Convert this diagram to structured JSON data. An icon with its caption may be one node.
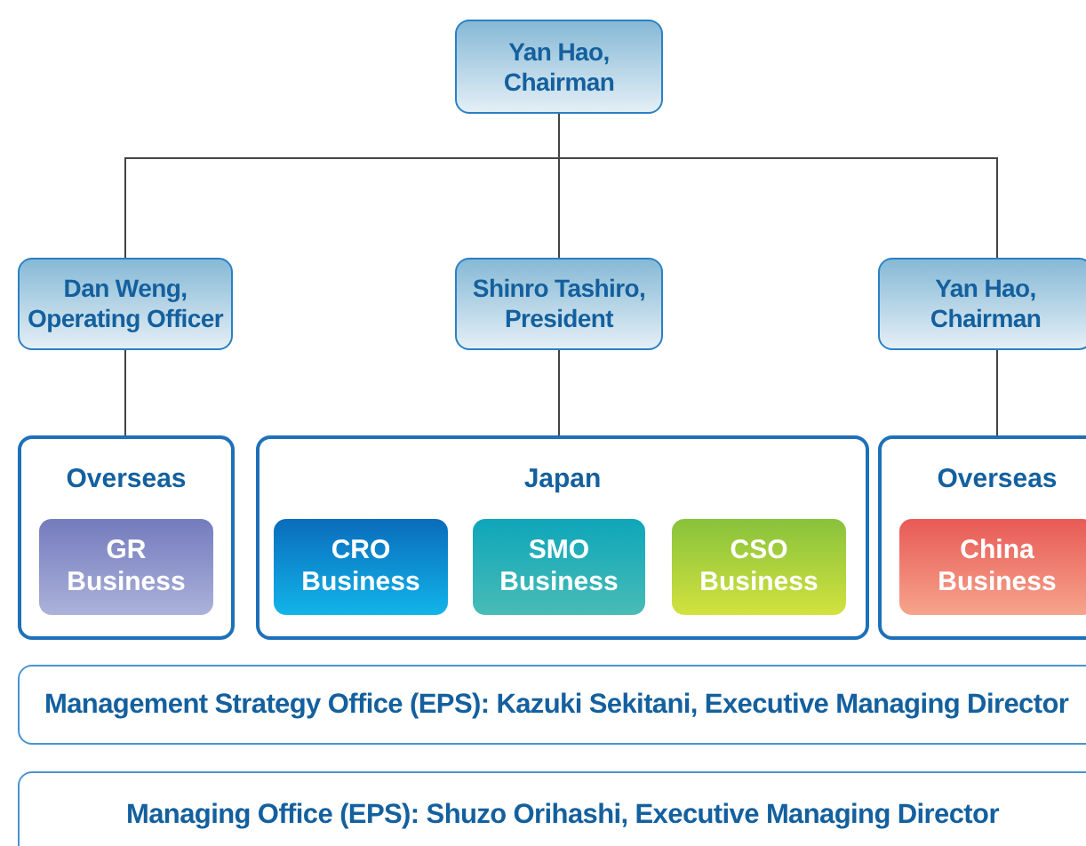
{
  "diagram": {
    "nodes": [
      {
        "text": [
          "Yan Hao, Chairman"
        ]
      },
      {
        "text": [
          "Dan Weng, Operating Officer"
        ]
      },
      {
        "text": [
          "Shinro Tashiro, President"
        ]
      },
      {
        "text": [
          "Yan Hao, Chairman"
        ]
      },
      {
        "text": [
          "Overseas"
        ]
      },
      {
        "text": [
          "GR Business"
        ],
        "in": 4
      },
      {
        "text": [
          "Japan"
        ]
      },
      {
        "text": [
          "CRO Business"
        ],
        "in": 6
      },
      {
        "text": [
          "SMO Business"
        ],
        "in": 6
      },
      {
        "text": [
          "CSO Business"
        ],
        "in": 6
      },
      {
        "text": [
          "Overseas"
        ]
      },
      {
        "text": [
          "China Business"
        ],
        "in": 10
      },
      {
        "text": [
          "Management Strategy Office (EPS): Kazuki Sekitani, Executive Managing Director"
        ]
      },
      {
        "text": [
          "Managing Office (EPS): Shuzo Orihashi, Executive Managing Director"
        ]
      }
    ],
    "edges": [
      {
        "from": 0,
        "to": 1,
        "arrow": "none"
      },
      {
        "from": 0,
        "to": 2,
        "arrow": "none"
      },
      {
        "from": 0,
        "to": 3,
        "arrow": "none"
      },
      {
        "from": 1,
        "to": 4,
        "arrow": "none"
      },
      {
        "from": 2,
        "to": 6,
        "arrow": "none"
      },
      {
        "from": 3,
        "to": 10,
        "arrow": "none"
      }
    ]
  }
}
